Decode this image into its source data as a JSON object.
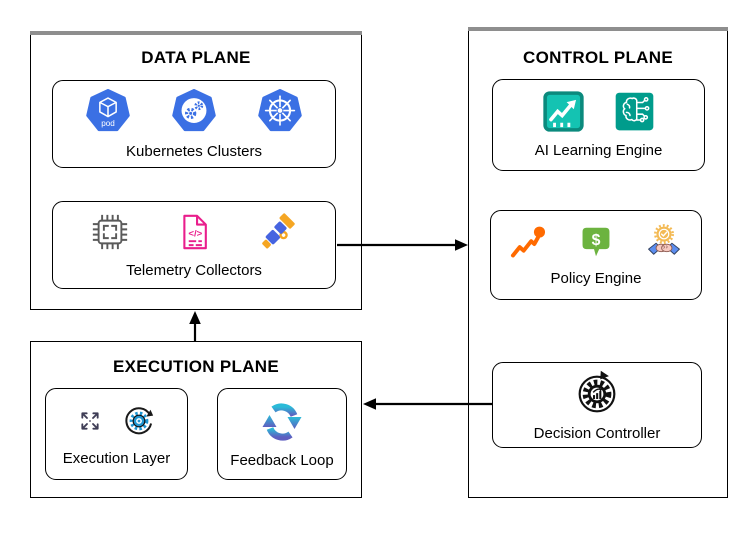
{
  "planes": {
    "data": {
      "title": "DATA PLANE",
      "nodes": {
        "kubernetes_clusters": {
          "label": "Kubernetes Clusters",
          "icons": [
            "kubernetes-pod-icon",
            "kubernetes-gears-icon",
            "kubernetes-helm-icon"
          ]
        },
        "telemetry_collectors": {
          "label": "Telemetry Collectors",
          "icons": [
            "cpu-chip-icon",
            "code-document-icon",
            "telescope-icon"
          ]
        }
      }
    },
    "control": {
      "title": "CONTROL PLANE",
      "nodes": {
        "ai_learning_engine": {
          "label": "AI Learning Engine",
          "icons": [
            "trend-chart-icon",
            "ai-brain-circuit-icon"
          ]
        },
        "policy_engine": {
          "label": "Policy Engine",
          "icons": [
            "growth-trend-icon",
            "dollar-message-icon",
            "handshake-badge-icon"
          ]
        },
        "decision_controller": {
          "label": "Decision Controller",
          "icons": [
            "automation-gear-icon"
          ]
        }
      }
    },
    "execution": {
      "title": "EXECUTION PLANE",
      "nodes": {
        "execution_layer": {
          "label": "Execution Layer",
          "icons": [
            "expand-arrows-icon",
            "gear-sync-icon"
          ]
        },
        "feedback_loop": {
          "label": "Feedback Loop",
          "icons": [
            "cycle-arrows-icon"
          ]
        }
      }
    }
  },
  "glyphs": {
    "pod": "pod",
    "code": "</>",
    "dollar": "$"
  },
  "connections": [
    {
      "from": "telemetry_collectors",
      "to": "control_plane",
      "direction": "right"
    },
    {
      "from": "decision_controller",
      "to": "execution_plane",
      "direction": "left"
    },
    {
      "from": "execution_plane",
      "to": "data_plane",
      "direction": "up"
    }
  ],
  "colors": {
    "kubernetes_blue": "#3B70E4",
    "chip_gray": "#5A5A5A",
    "doc_pink": "#E91E8C",
    "telescope_blue": "#4664E0",
    "amber": "#F5A623",
    "teal_fill": "#14C3B2",
    "teal_border": "#0B8A7D",
    "teal_dark": "#009C8C",
    "growth_orange": "#FF6A00",
    "bubble_green": "#6CB33F",
    "sleeve_blue": "#5B8DEF",
    "hand_pink": "#F6C9C0",
    "badge_gold": "#F3BA55",
    "slate": "#3F3D56",
    "sync_blue": "#1E96D2",
    "cycle_teal": "#2BBBD8",
    "cycle_purple": "#5E5EC0",
    "connector_black": "#000000",
    "shadow_gray": "#8e8e8e"
  }
}
